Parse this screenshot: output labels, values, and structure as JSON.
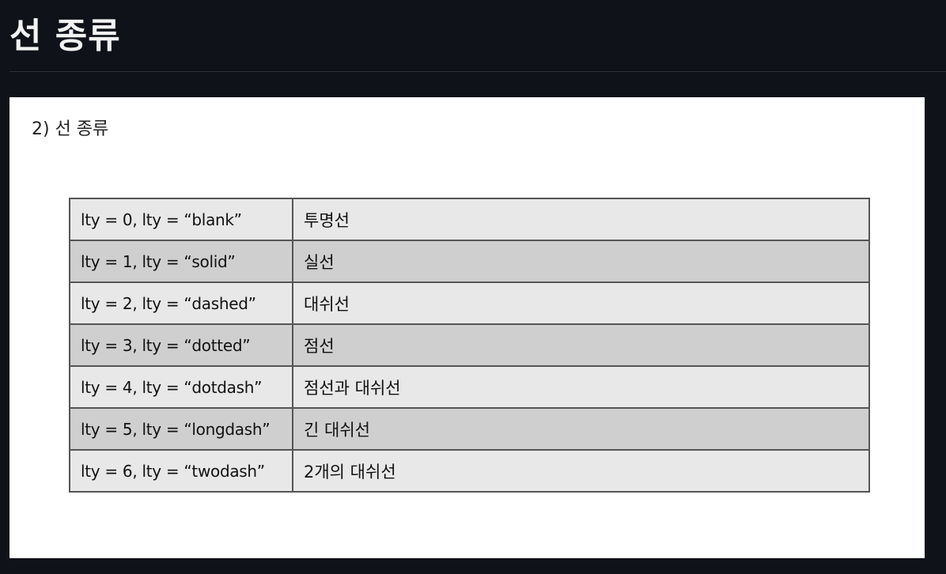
{
  "page": {
    "title": "선 종류"
  },
  "figure": {
    "subheading": "2) 선 종류",
    "rows": [
      {
        "code": "lty = 0, lty = “blank”",
        "desc": "투명선"
      },
      {
        "code": "lty = 1, lty = “solid”",
        "desc": "실선"
      },
      {
        "code": "lty = 2, lty = “dashed”",
        "desc": "대쉬선"
      },
      {
        "code": "lty = 3, lty = “dotted”",
        "desc": "점선"
      },
      {
        "code": "lty = 4, lty = “dotdash”",
        "desc": "점선과 대쉬선"
      },
      {
        "code": "lty = 5, lty = “longdash”",
        "desc": "긴 대쉬선"
      },
      {
        "code": "lty = 6, lty = “twodash”",
        "desc": "2개의 대쉬선"
      }
    ]
  }
}
